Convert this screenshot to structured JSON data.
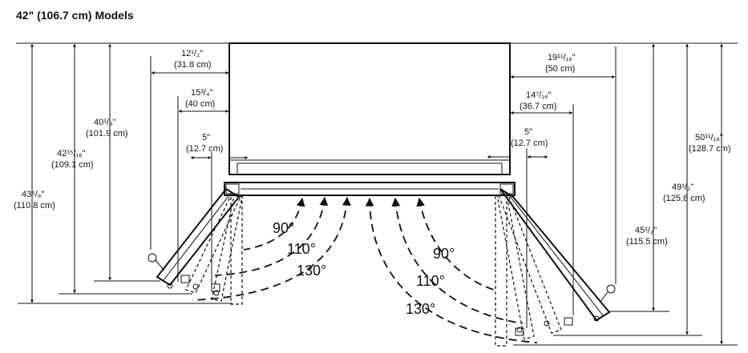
{
  "title": "42\" (106.7 cm) Models",
  "left_dims": {
    "d1_in": "12¹/₂\"",
    "d1_cm": "(31.8 cm)",
    "d2_in": "15³/₄\"",
    "d2_cm": "(40 cm)",
    "d3_in": "5\"",
    "d3_cm": "(12.7 cm)",
    "v1_in": "40¹/₈\"",
    "v1_cm": "(101.9 cm)",
    "v2_in": "42¹⁵/₁₆\"",
    "v2_cm": "(109.1 cm)",
    "v3_in": "43⁵/₈\"",
    "v3_cm": "(110.8 cm)"
  },
  "right_dims": {
    "d1_in": "19¹¹/₁₆\"",
    "d1_cm": "(50 cm)",
    "d2_in": "14⁷/₁₆\"",
    "d2_cm": "(36.7 cm)",
    "d3_in": "5\"",
    "d3_cm": "(12.7 cm)",
    "v1_in": "50¹¹/₁₆\"",
    "v1_cm": "(128.7 cm)",
    "v2_in": "49¹/₂\"",
    "v2_cm": "(125.8 cm)",
    "v3_in": "45¹/₂\"",
    "v3_cm": "(115.5 cm)"
  },
  "angles": {
    "left_90": "90°",
    "left_110": "110°",
    "left_130": "130°",
    "right_90": "90°",
    "right_110": "110°",
    "right_130": "130°"
  }
}
